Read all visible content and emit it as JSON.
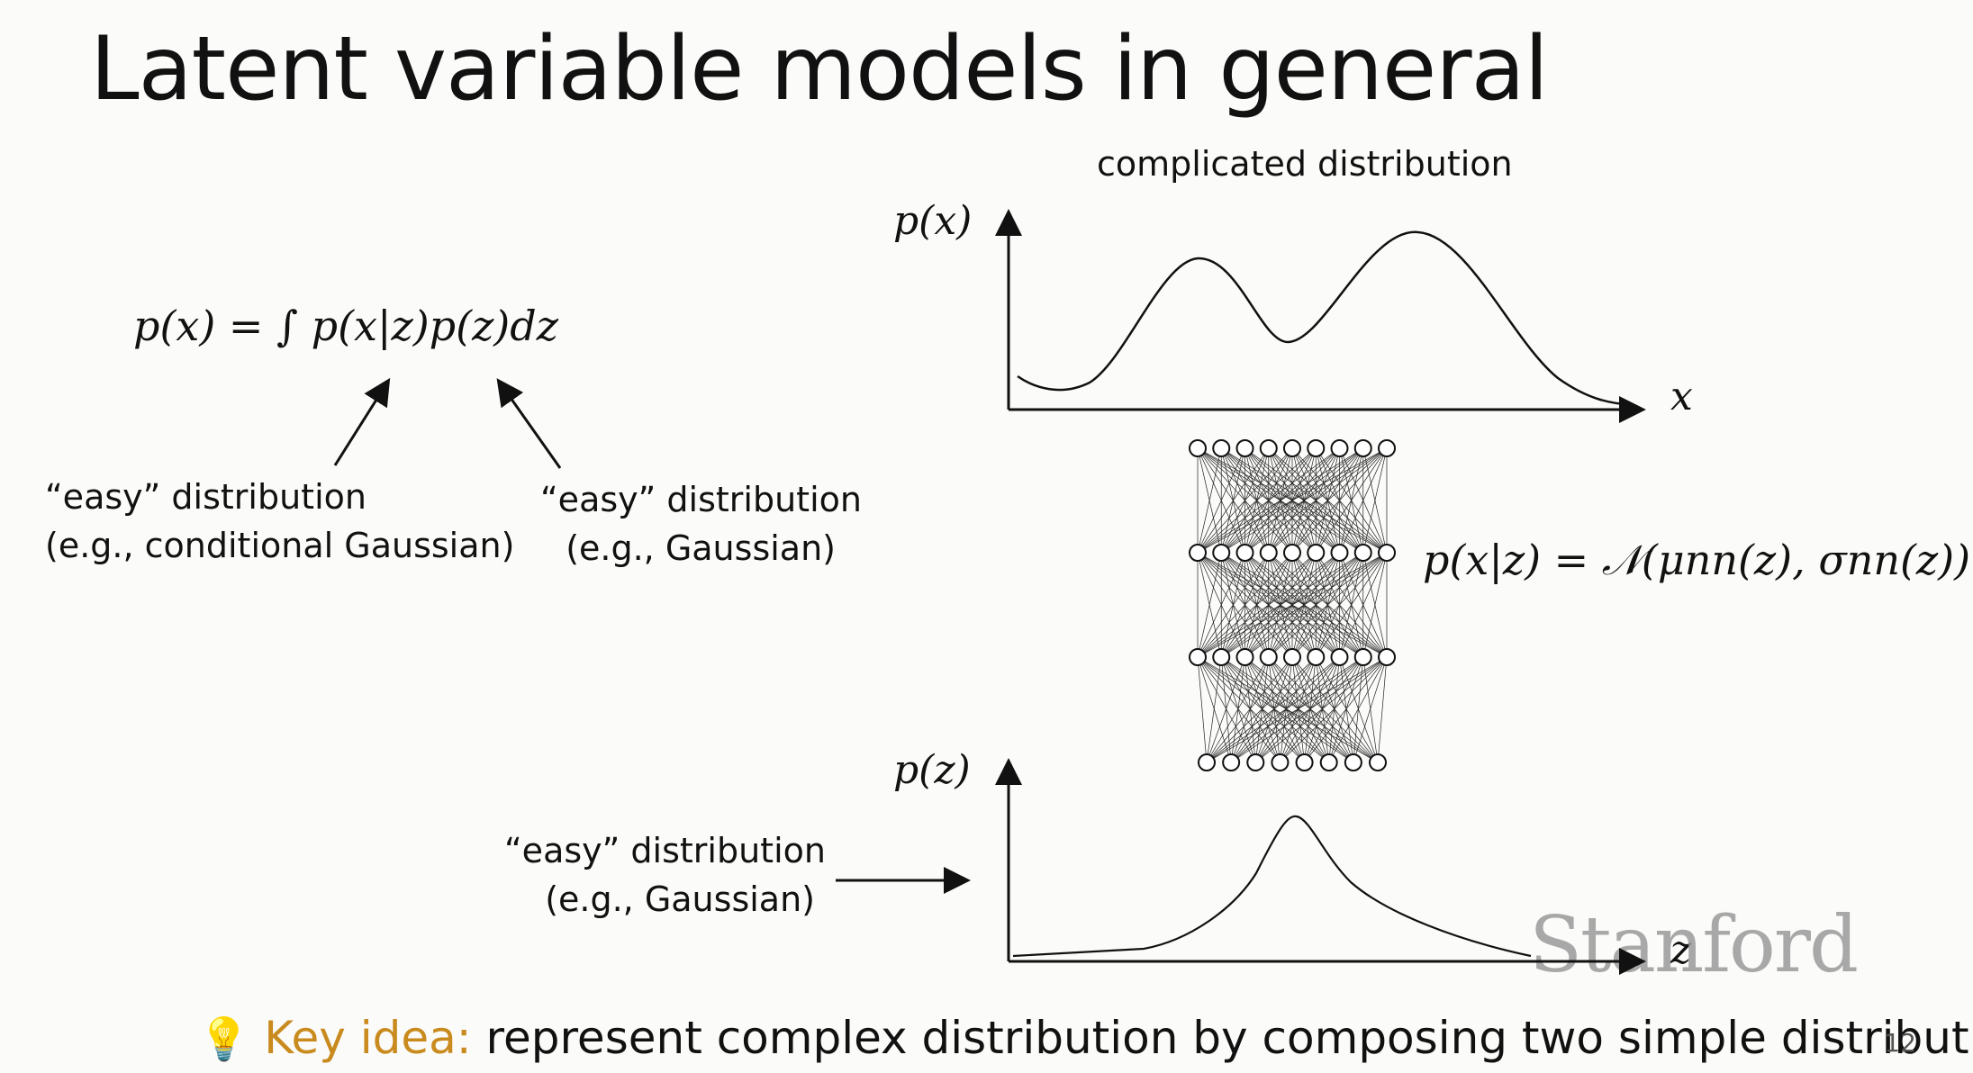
{
  "slide": {
    "title": "Latent variable models in general",
    "page_number": "12",
    "watermark": "Stanford"
  },
  "left": {
    "equation": "p(x) = ∫ p(x|z)p(z)dz",
    "annotation_left": {
      "line1": "“easy” distribution",
      "line2": "(e.g., conditional Gaussian)"
    },
    "annotation_right": {
      "line1": "“easy” distribution",
      "line2": "(e.g., Gaussian)"
    }
  },
  "top_plot": {
    "title": "complicated distribution",
    "ylabel": "p(x)",
    "xlabel": "x"
  },
  "network": {
    "equation": "p(x|z) = 𝒩(μnn(z), σnn(z))"
  },
  "bottom_plot": {
    "ylabel": "p(z)",
    "xlabel": "z",
    "annotation": {
      "line1": "“easy” distribution",
      "line2": "(e.g., Gaussian)"
    }
  },
  "footer": {
    "key_label": "Key idea:",
    "text": "represent complex distribution by composing two simple distributions"
  },
  "colors": {
    "key_label": "#c98a1e",
    "watermark": "#9a9a9a"
  }
}
